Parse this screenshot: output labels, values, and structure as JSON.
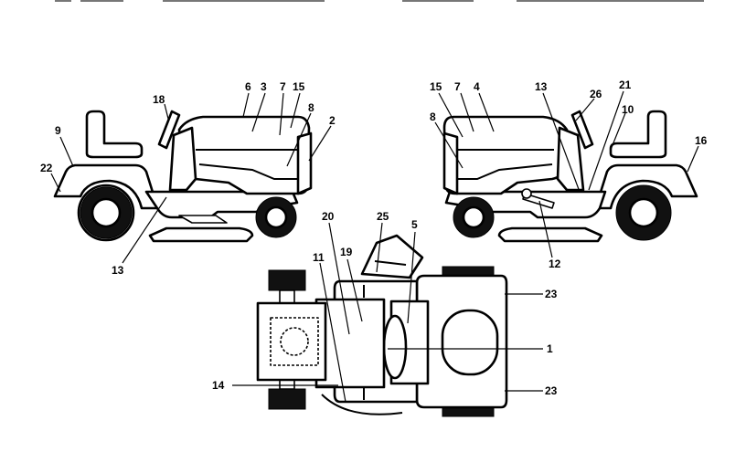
{
  "callouts": {
    "left": [
      "18",
      "6",
      "3",
      "7",
      "15",
      "8",
      "2",
      "9",
      "22",
      "13"
    ],
    "right": [
      "15",
      "7",
      "4",
      "8",
      "13",
      "26",
      "21",
      "10",
      "16",
      "12"
    ],
    "bottom": [
      "20",
      "25",
      "5",
      "11",
      "19",
      "14",
      "23",
      "1",
      "23"
    ]
  }
}
